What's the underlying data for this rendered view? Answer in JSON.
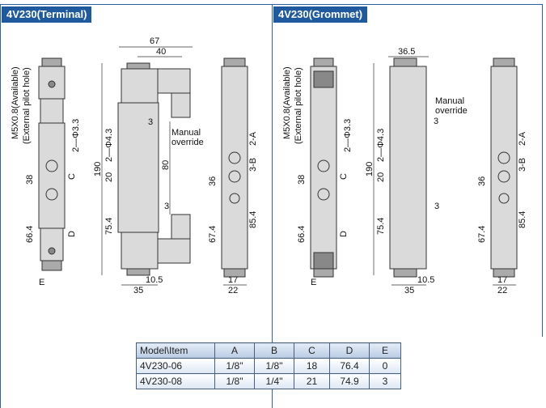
{
  "sections": [
    {
      "title": "4V230(Terminal)",
      "labels": {
        "w67": "67",
        "w40": "40",
        "m5": "M5X0.8(Available)",
        "ext": "(External pilot hole)",
        "phi33": "2—Φ3.3",
        "d38": "38",
        "c": "C",
        "d664": "66.4",
        "dD": "D",
        "e": "E",
        "h190": "190",
        "phi43": "2—Φ4.3",
        "d20": "20",
        "d754": "75.4",
        "d80": "80",
        "t3a": "3",
        "manual": "Manual",
        "override": "override",
        "t3b": "3",
        "d105": "10.5",
        "d35": "35",
        "d36": "36",
        "d674": "67.4",
        "d854": "85.4",
        "a2": "2-A",
        "b3": "3-B",
        "d17": "17",
        "d22": "22"
      }
    },
    {
      "title": "4V230(Grommet)",
      "labels": {
        "w365": "36.5",
        "m5": "M5X0.8(Available)",
        "ext": "(External pilot hole)",
        "phi33": "2—Φ3.3",
        "d38": "38",
        "c": "C",
        "d664": "66.4",
        "dD": "D",
        "e": "E",
        "h190": "190",
        "phi43": "2—Φ4.3",
        "d20": "20",
        "d754": "75.4",
        "manual": "Manual",
        "override": "override",
        "t3a": "3",
        "t3b": "3",
        "d105": "10.5",
        "d35": "35",
        "d36": "36",
        "d674": "67.4",
        "d854": "85.4",
        "a2": "2-A",
        "b3": "3-B",
        "d17": "17",
        "d22": "22"
      }
    }
  ],
  "table": {
    "headers": [
      "Model\\Item",
      "A",
      "B",
      "C",
      "D",
      "E"
    ],
    "rows": [
      [
        "4V230-06",
        "1/8\"",
        "1/8\"",
        "18",
        "76.4",
        "0"
      ],
      [
        "4V230-08",
        "1/8\"",
        "1/4\"",
        "21",
        "74.9",
        "3"
      ]
    ]
  }
}
